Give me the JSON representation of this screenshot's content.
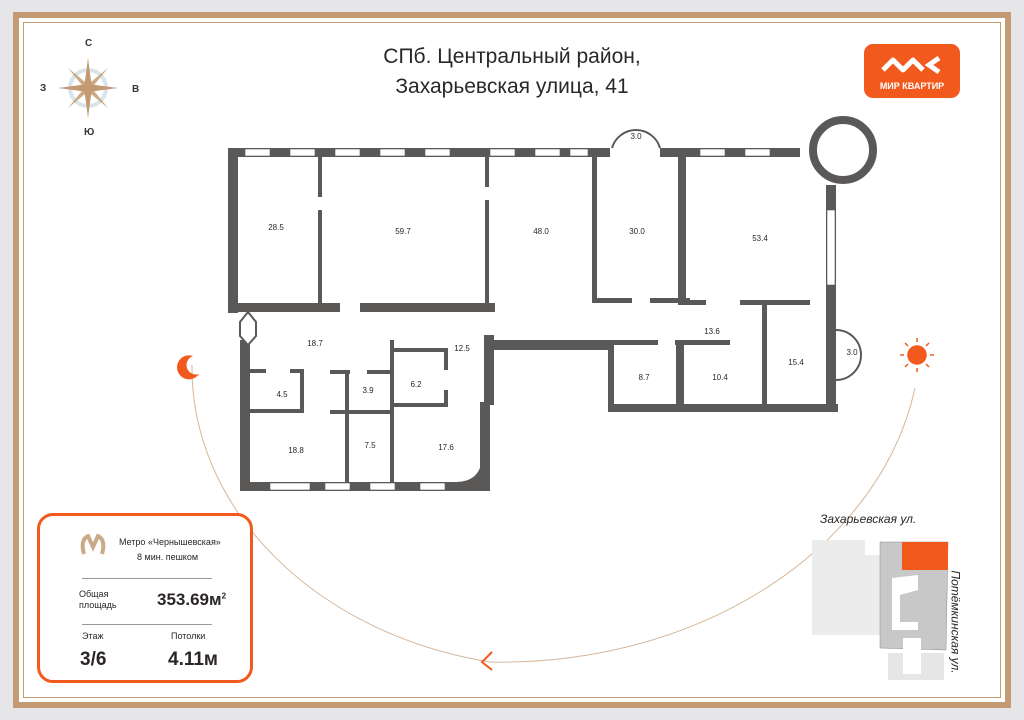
{
  "header": {
    "title_line1": "СПб. Центральный район,",
    "title_line2": "Захарьевская улица, 41"
  },
  "compass": {
    "north": "С",
    "south": "Ю",
    "west": "З",
    "east": "В"
  },
  "logo": {
    "brand": "МИР КВАРТИР"
  },
  "info": {
    "metro": "Метро «Чернышевская»",
    "walk": "8 мин. пешком",
    "area_label_1": "Общая",
    "area_label_2": "площадь",
    "area_value": "353.69м",
    "area_sup": "2",
    "floor_label": "Этаж",
    "floor_value": "3/6",
    "ceiling_label": "Потолки",
    "ceiling_value": "4.11м"
  },
  "rooms": [
    "28.5",
    "59.7",
    "48.0",
    "30.0",
    "53.4",
    "3.0",
    "3.0",
    "18.7",
    "12.5",
    "13.6",
    "4.5",
    "3.9",
    "6.2",
    "8.7",
    "10.4",
    "15.4",
    "18.8",
    "7.5",
    "17.6"
  ],
  "map": {
    "street_top": "Захарьевская ул.",
    "street_right": "Потёмкинская ул."
  },
  "colors": {
    "accent": "#f25a1d",
    "frame": "#c49a73",
    "wall": "#5b5858"
  }
}
